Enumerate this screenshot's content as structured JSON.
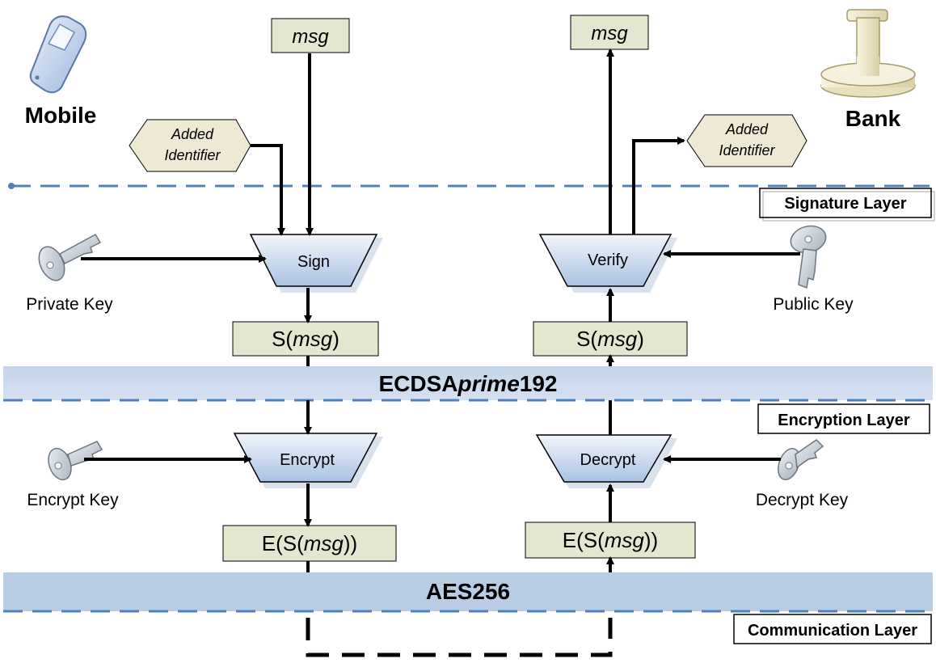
{
  "actors": {
    "mobile": "Mobile",
    "bank": "Bank"
  },
  "layers": {
    "signature": "Signature Layer",
    "encryption": "Encryption Layer",
    "communication": "Communication Layer"
  },
  "bands": {
    "ecdsa": {
      "pre": "ECDSA",
      "ital": "prime",
      "post": "192"
    },
    "aes": "AES256"
  },
  "messages": {
    "msg": "msg",
    "signed": {
      "pre": "S(",
      "ital": "msg",
      "post": ")"
    },
    "encrypted": {
      "pre": "E(S(",
      "ital": "msg",
      "post": "))"
    }
  },
  "identifier": {
    "line1": "Added",
    "line2": "Identifier"
  },
  "operations": {
    "sign": "Sign",
    "verify": "Verify",
    "encrypt": "Encrypt",
    "decrypt": "Decrypt"
  },
  "keys": {
    "private": "Private Key",
    "public": "Public Key",
    "encrypt": "Encrypt Key",
    "decrypt": "Decrypt Key"
  },
  "colors": {
    "box_fill": "#e2e8d0",
    "band_fill": "#b8cce4",
    "band_fill_light": "#d0dcef",
    "trap_fill": "#b9cde6",
    "trap_fill_light": "#e6eef8",
    "dashed_line": "#4f81bd",
    "id_fill": "#eee9d4",
    "key_fill": "#c9d0d8"
  }
}
